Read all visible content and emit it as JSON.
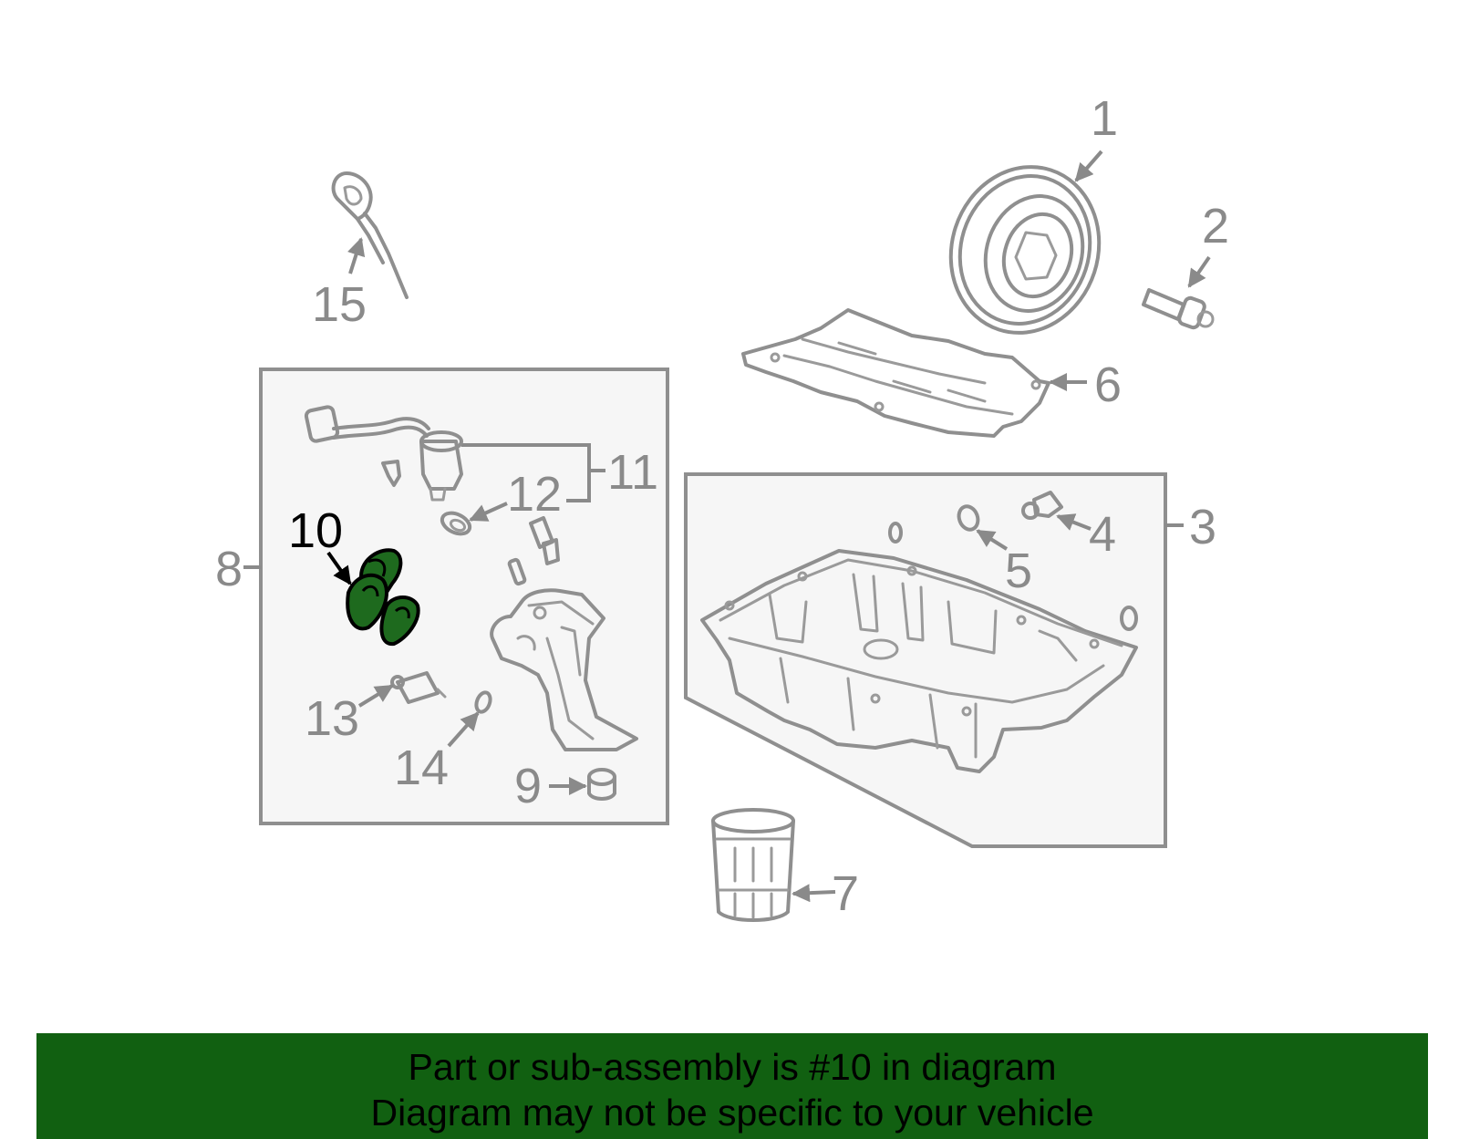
{
  "callouts": {
    "c1": "1",
    "c2": "2",
    "c3": "3",
    "c4": "4",
    "c5": "5",
    "c6": "6",
    "c7": "7",
    "c8": "8",
    "c9": "9",
    "c10": "10",
    "c11": "11",
    "c12": "12",
    "c13": "13",
    "c14": "14",
    "c15": "15"
  },
  "highlight": {
    "part_number": "10",
    "color": "#1e6a1e"
  },
  "banner": {
    "line1": "Part or sub-assembly is #10 in diagram",
    "line2": "Diagram may not be specific to your vehicle",
    "background": "#116011"
  },
  "icons": {
    "arrowhead": "arrowhead-icon"
  }
}
